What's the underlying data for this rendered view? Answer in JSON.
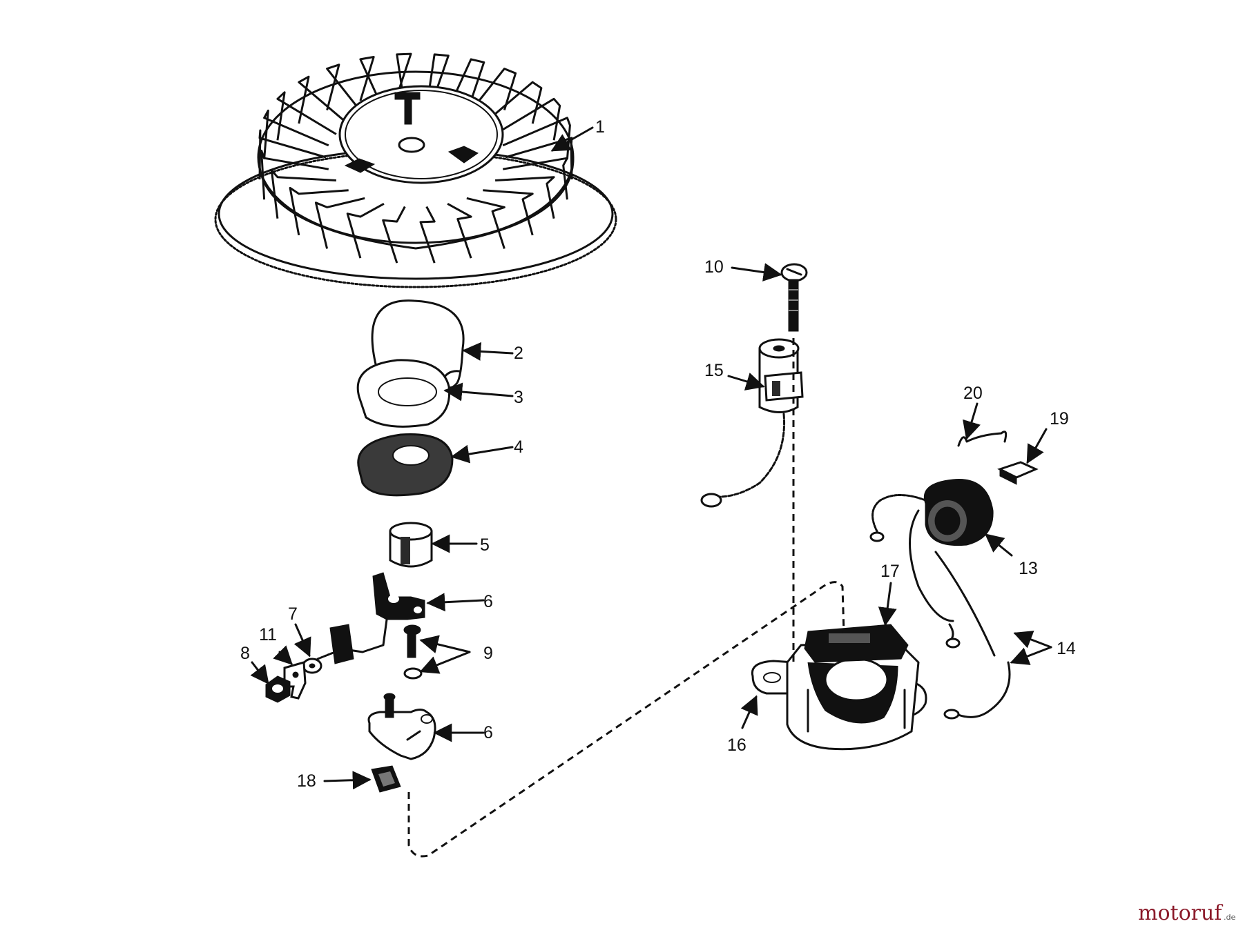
{
  "diagram": {
    "callouts": [
      {
        "id": "c1",
        "label": "1"
      },
      {
        "id": "c2",
        "label": "2"
      },
      {
        "id": "c3",
        "label": "3"
      },
      {
        "id": "c4",
        "label": "4"
      },
      {
        "id": "c5",
        "label": "5"
      },
      {
        "id": "c6a",
        "label": "6"
      },
      {
        "id": "c7",
        "label": "7"
      },
      {
        "id": "c8",
        "label": "8"
      },
      {
        "id": "c9",
        "label": "9"
      },
      {
        "id": "c6b",
        "label": "6"
      },
      {
        "id": "c10",
        "label": "10"
      },
      {
        "id": "c11",
        "label": "11"
      },
      {
        "id": "c13",
        "label": "13"
      },
      {
        "id": "c14",
        "label": "14"
      },
      {
        "id": "c15",
        "label": "15"
      },
      {
        "id": "c16",
        "label": "16"
      },
      {
        "id": "c17",
        "label": "17"
      },
      {
        "id": "c18",
        "label": "18"
      },
      {
        "id": "c19",
        "label": "19"
      },
      {
        "id": "c20",
        "label": "20"
      }
    ]
  },
  "watermark": {
    "brand": "motoruf",
    "tld": ".de"
  },
  "colors": {
    "ink": "#111111",
    "brand": "#8b1a2a",
    "background": "#ffffff"
  }
}
